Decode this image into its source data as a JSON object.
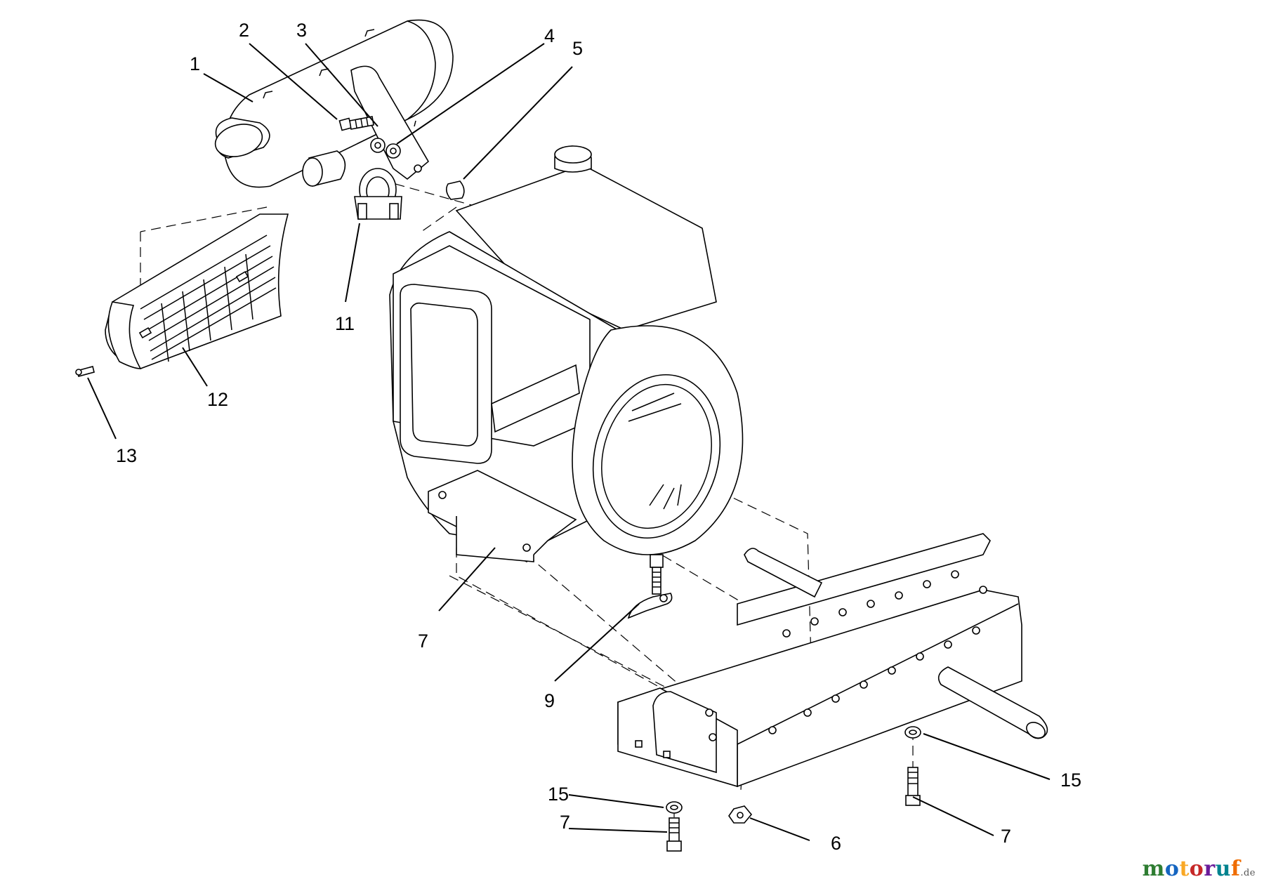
{
  "callouts": {
    "c1": "1",
    "c2": "2",
    "c3": "3",
    "c4": "4",
    "c5": "5",
    "c6": "6",
    "c7a": "7",
    "c7b": "7",
    "c7c": "7",
    "c9": "9",
    "c11": "11",
    "c12": "12",
    "c13": "13",
    "c15a": "15",
    "c15b": "15"
  },
  "watermark": {
    "text": "motoruf",
    "suffix": ".de",
    "colors": [
      "#2e7d32",
      "#1565c0",
      "#f9a825",
      "#c62828",
      "#6a1b9a",
      "#00838f",
      "#ef6c00"
    ]
  }
}
